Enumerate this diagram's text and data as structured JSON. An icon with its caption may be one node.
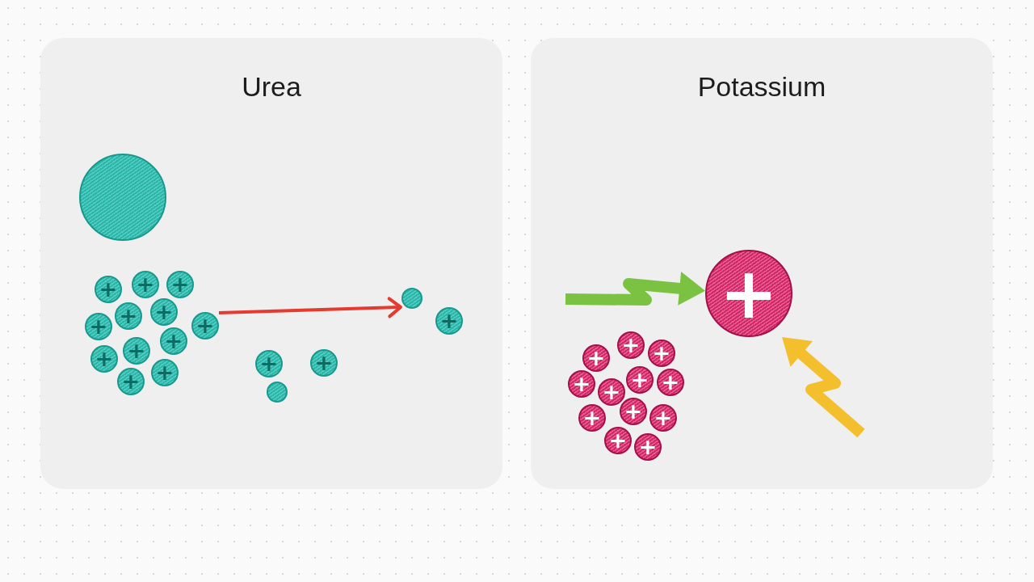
{
  "diagram": {
    "nodes": [
      {
        "text": [
          "Urea"
        ]
      },
      {
        "text": [],
        "shape": "circle",
        "in": 0
      },
      {
        "text": [
          "+"
        ],
        "in": 0
      },
      {
        "text": [
          "+"
        ],
        "in": 0
      },
      {
        "text": [
          "+"
        ],
        "in": 0
      },
      {
        "text": [
          "+"
        ],
        "in": 0
      },
      {
        "text": [
          "+"
        ],
        "in": 0
      },
      {
        "text": [
          "+"
        ],
        "in": 0
      },
      {
        "text": [
          "+"
        ],
        "in": 0
      },
      {
        "text": [
          "+"
        ],
        "in": 0
      },
      {
        "text": [
          "+"
        ],
        "in": 0
      },
      {
        "text": [
          "+"
        ],
        "in": 0
      },
      {
        "text": [
          "+"
        ],
        "in": 0
      },
      {
        "text": [
          "+"
        ],
        "in": 0
      },
      {
        "text": [],
        "shape": "circle",
        "in": 0
      },
      {
        "text": [
          "+"
        ],
        "in": 0
      },
      {
        "text": [
          "+"
        ],
        "in": 0
      },
      {
        "text": [
          "+"
        ],
        "in": 0
      },
      {
        "text": [],
        "shape": "circle",
        "in": 0
      },
      {
        "text": [
          "Potassium"
        ]
      },
      {
        "text": [
          "+"
        ],
        "in": 19
      },
      {
        "text": [
          "+"
        ],
        "in": 19
      },
      {
        "text": [
          "+"
        ],
        "in": 19
      },
      {
        "text": [
          "+"
        ],
        "in": 19
      },
      {
        "text": [
          "+"
        ],
        "in": 19
      },
      {
        "text": [
          "+"
        ],
        "in": 19
      },
      {
        "text": [
          "+"
        ],
        "in": 19
      },
      {
        "text": [
          "+"
        ],
        "in": 19
      },
      {
        "text": [
          "+"
        ],
        "in": 19
      },
      {
        "text": [
          "+"
        ],
        "in": 19
      },
      {
        "text": [
          "+"
        ],
        "in": 19
      },
      {
        "text": [
          "+"
        ],
        "in": 19
      },
      {
        "text": [
          "+"
        ],
        "in": 19
      }
    ],
    "edges": [
      {
        "from": 8,
        "to": 14,
        "arrow": "to",
        "color": "#e53a2f"
      },
      {
        "from": null,
        "to": 20,
        "arrow": "to",
        "color": "#7cc242"
      },
      {
        "from": null,
        "to": 20,
        "arrow": "to",
        "color": "#f3bf2c"
      }
    ]
  }
}
